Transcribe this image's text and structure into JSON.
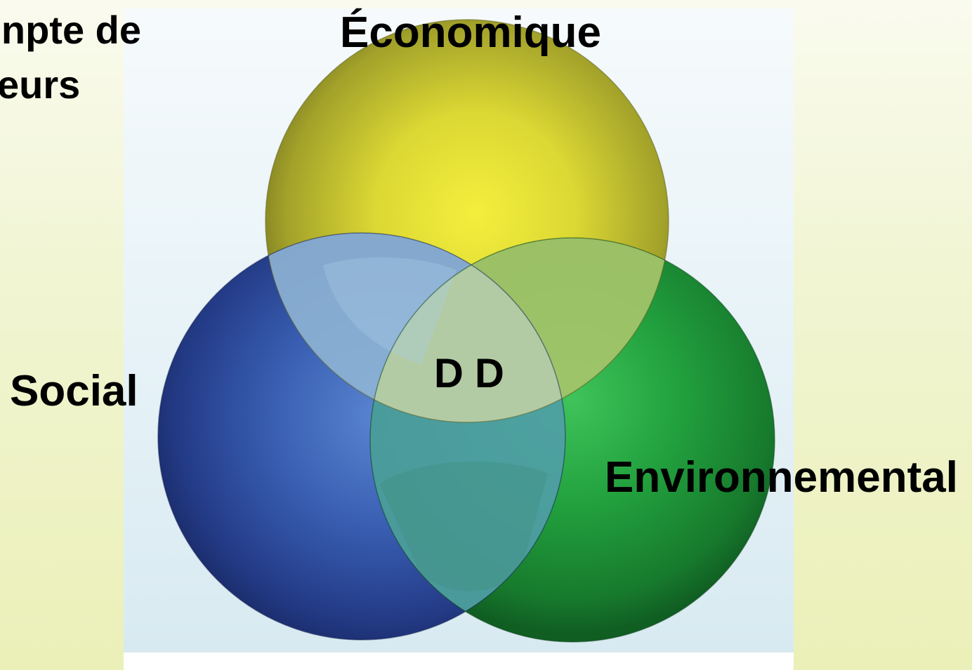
{
  "title_fragment": {
    "line1": "npte de",
    "line2": "eurs"
  },
  "venn": {
    "circles": [
      {
        "id": "economique",
        "label": "Économique",
        "color": "#e8e33a"
      },
      {
        "id": "social",
        "label": "Social",
        "color": "#3f63b8"
      },
      {
        "id": "environnemental",
        "label": "Environnemental",
        "color": "#22a63f"
      }
    ],
    "center_label": "D D"
  },
  "colors": {
    "background": "#ebf0b8",
    "panel": "#e6f2f7"
  }
}
